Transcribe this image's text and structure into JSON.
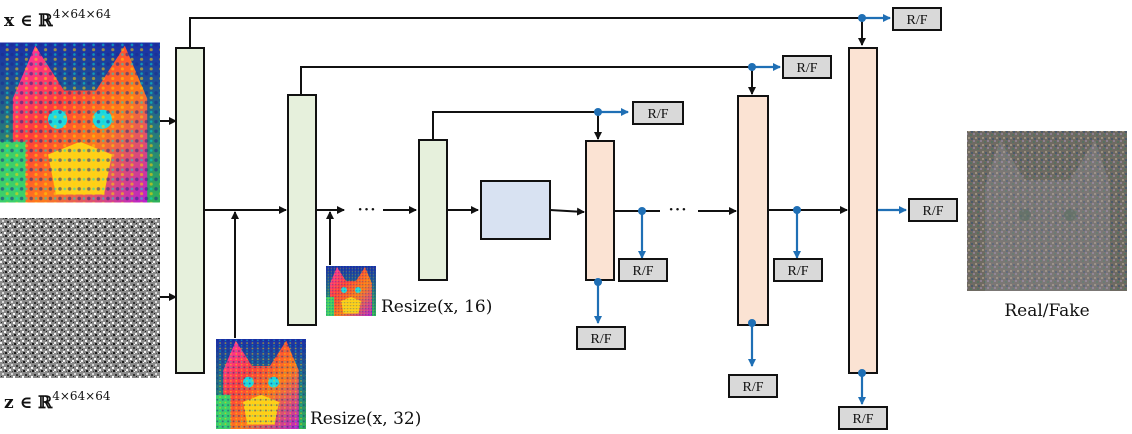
{
  "labels": {
    "x_math": "x ∈ ℝ",
    "x_sup": "4×64×64",
    "z_math": "z ∈ ℝ",
    "z_sup": "4×64×64",
    "resize16": "Resize(x, 16)",
    "resize32": "Resize(x, 32)",
    "dots": "···",
    "rf": "R/F",
    "output": "Real/Fake"
  },
  "colors": {
    "encoder": "#e6f0dc",
    "middle": "#d8e2f2",
    "decoder": "#fbe3d3",
    "rf_box": "#d9d9d9",
    "arrow_black": "#111111",
    "arrow_blue": "#1f6fb5"
  }
}
